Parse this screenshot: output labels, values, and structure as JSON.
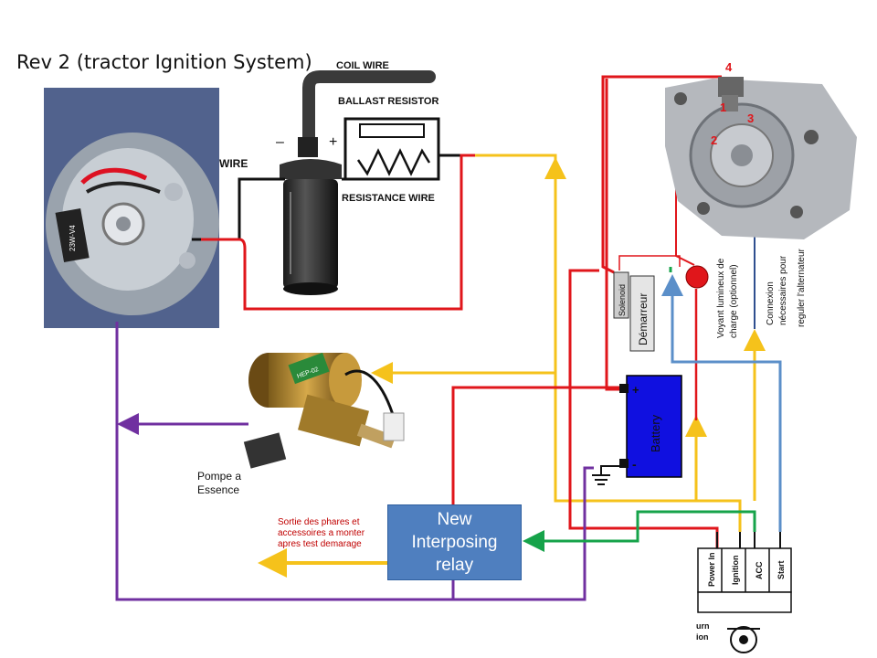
{
  "title": "Rev 2 (tractor Ignition System)",
  "labels": {
    "coil_wire": "COIL WIRE",
    "ballast_resistor": "BALLAST RESISTOR",
    "resistance_wire": "RESISTANCE WIRE",
    "wire_fragment": "WIRE",
    "minus": "–",
    "plus": "+",
    "distributor_tag": "23W-V4",
    "pump_tag": "HEP-02",
    "pump_line1": "Pompe a",
    "pump_line2": "Essence",
    "sortie_line1": "Sortie des phares et",
    "sortie_line2": "accessoires a monter",
    "sortie_line3": "apres test demarage",
    "relay_line1": "New",
    "relay_line2": "Interposing",
    "relay_line3": "relay",
    "battery": "Battery",
    "battery_plus": "+",
    "battery_minus": "-",
    "solenoid": "Solenoid",
    "demarreur": "Démarreur",
    "voyant_line1": "Voyant lumineux de",
    "voyant_line2": "charge (optionnel)",
    "connexion_line1": "Connexion",
    "connexion_line2": "nécessaires pour",
    "connexion_line3": "reguler l'alternateur",
    "alt_terminal_4": "4",
    "alt_terminal_1": "1",
    "alt_terminal_2": "2",
    "alt_terminal_3": "3",
    "switch_power_in": "Power In",
    "switch_ignition": "Ignition",
    "switch_acc": "ACC",
    "switch_start": "Start",
    "turn_fragment": "urn",
    "ion_fragment": "ion"
  },
  "colors": {
    "red": "#e0161b",
    "yellow": "#f5c21b",
    "purple": "#7030a0",
    "green": "#16a34a",
    "blue": "#5b8fc9",
    "black": "#111111",
    "battery": "#1010e0",
    "relay": "#4f7fbf"
  },
  "icons": [
    "distributor-photo",
    "ignition-coil-icon",
    "ballast-resistor-icon",
    "fuel-pump-photo",
    "alternator-photo",
    "ground-icon",
    "charge-lamp-icon",
    "ignition-switch-icon"
  ]
}
